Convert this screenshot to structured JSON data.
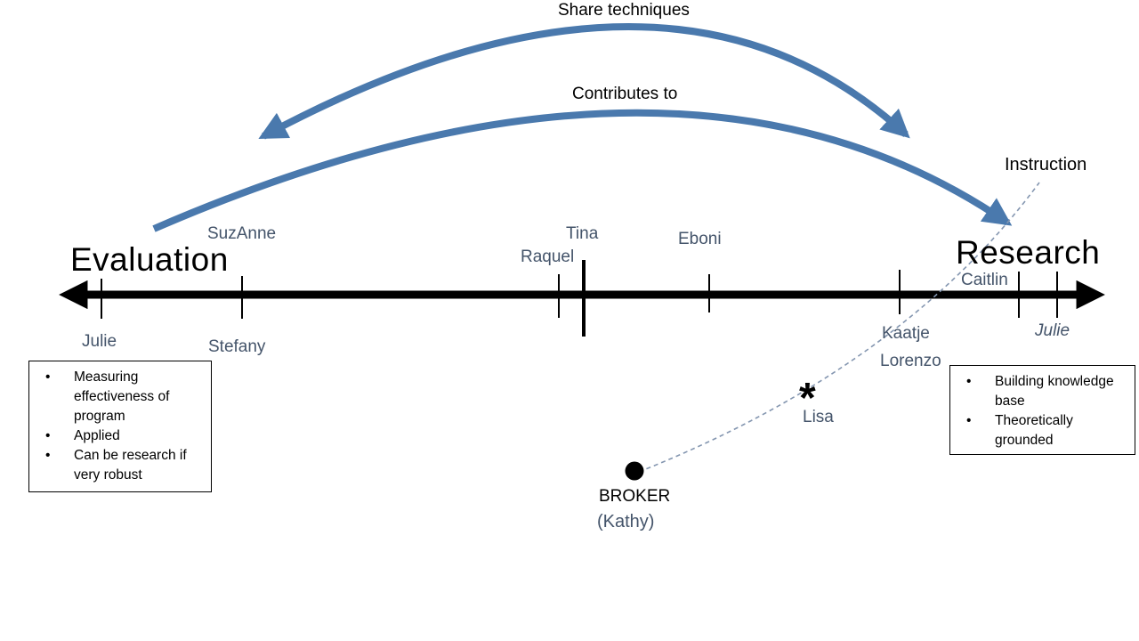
{
  "colors": {
    "arrow_blue": "#4A79AD",
    "dashed_line": "#8496B0",
    "name_text": "#44546A",
    "ink": "#000000"
  },
  "arcs": {
    "share_label": "Share techniques",
    "contributes_label": "Contributes to"
  },
  "instruction": {
    "label": "Instruction"
  },
  "axis": {
    "left_label": "Evaluation",
    "right_label": "Research"
  },
  "people": {
    "suzanne": "SuzAnne",
    "tina": "Tina",
    "raquel": "Raquel",
    "eboni": "Eboni",
    "caitlin": "Caitlin",
    "julie_left": "Julie",
    "stefany": "Stefany",
    "kaatje": "Kaatje",
    "lorenzo": "Lorenzo",
    "lisa": "Lisa",
    "julie_right": "Julie"
  },
  "marker": {
    "asterisk": "*"
  },
  "broker": {
    "name": "BROKER",
    "person": "(Kathy)"
  },
  "evaluation_box": {
    "bullets": [
      "Measuring effectiveness of program",
      "Applied",
      "Can be research if very robust"
    ]
  },
  "research_box": {
    "bullets": [
      "Building knowledge base",
      "Theoretically grounded"
    ]
  }
}
